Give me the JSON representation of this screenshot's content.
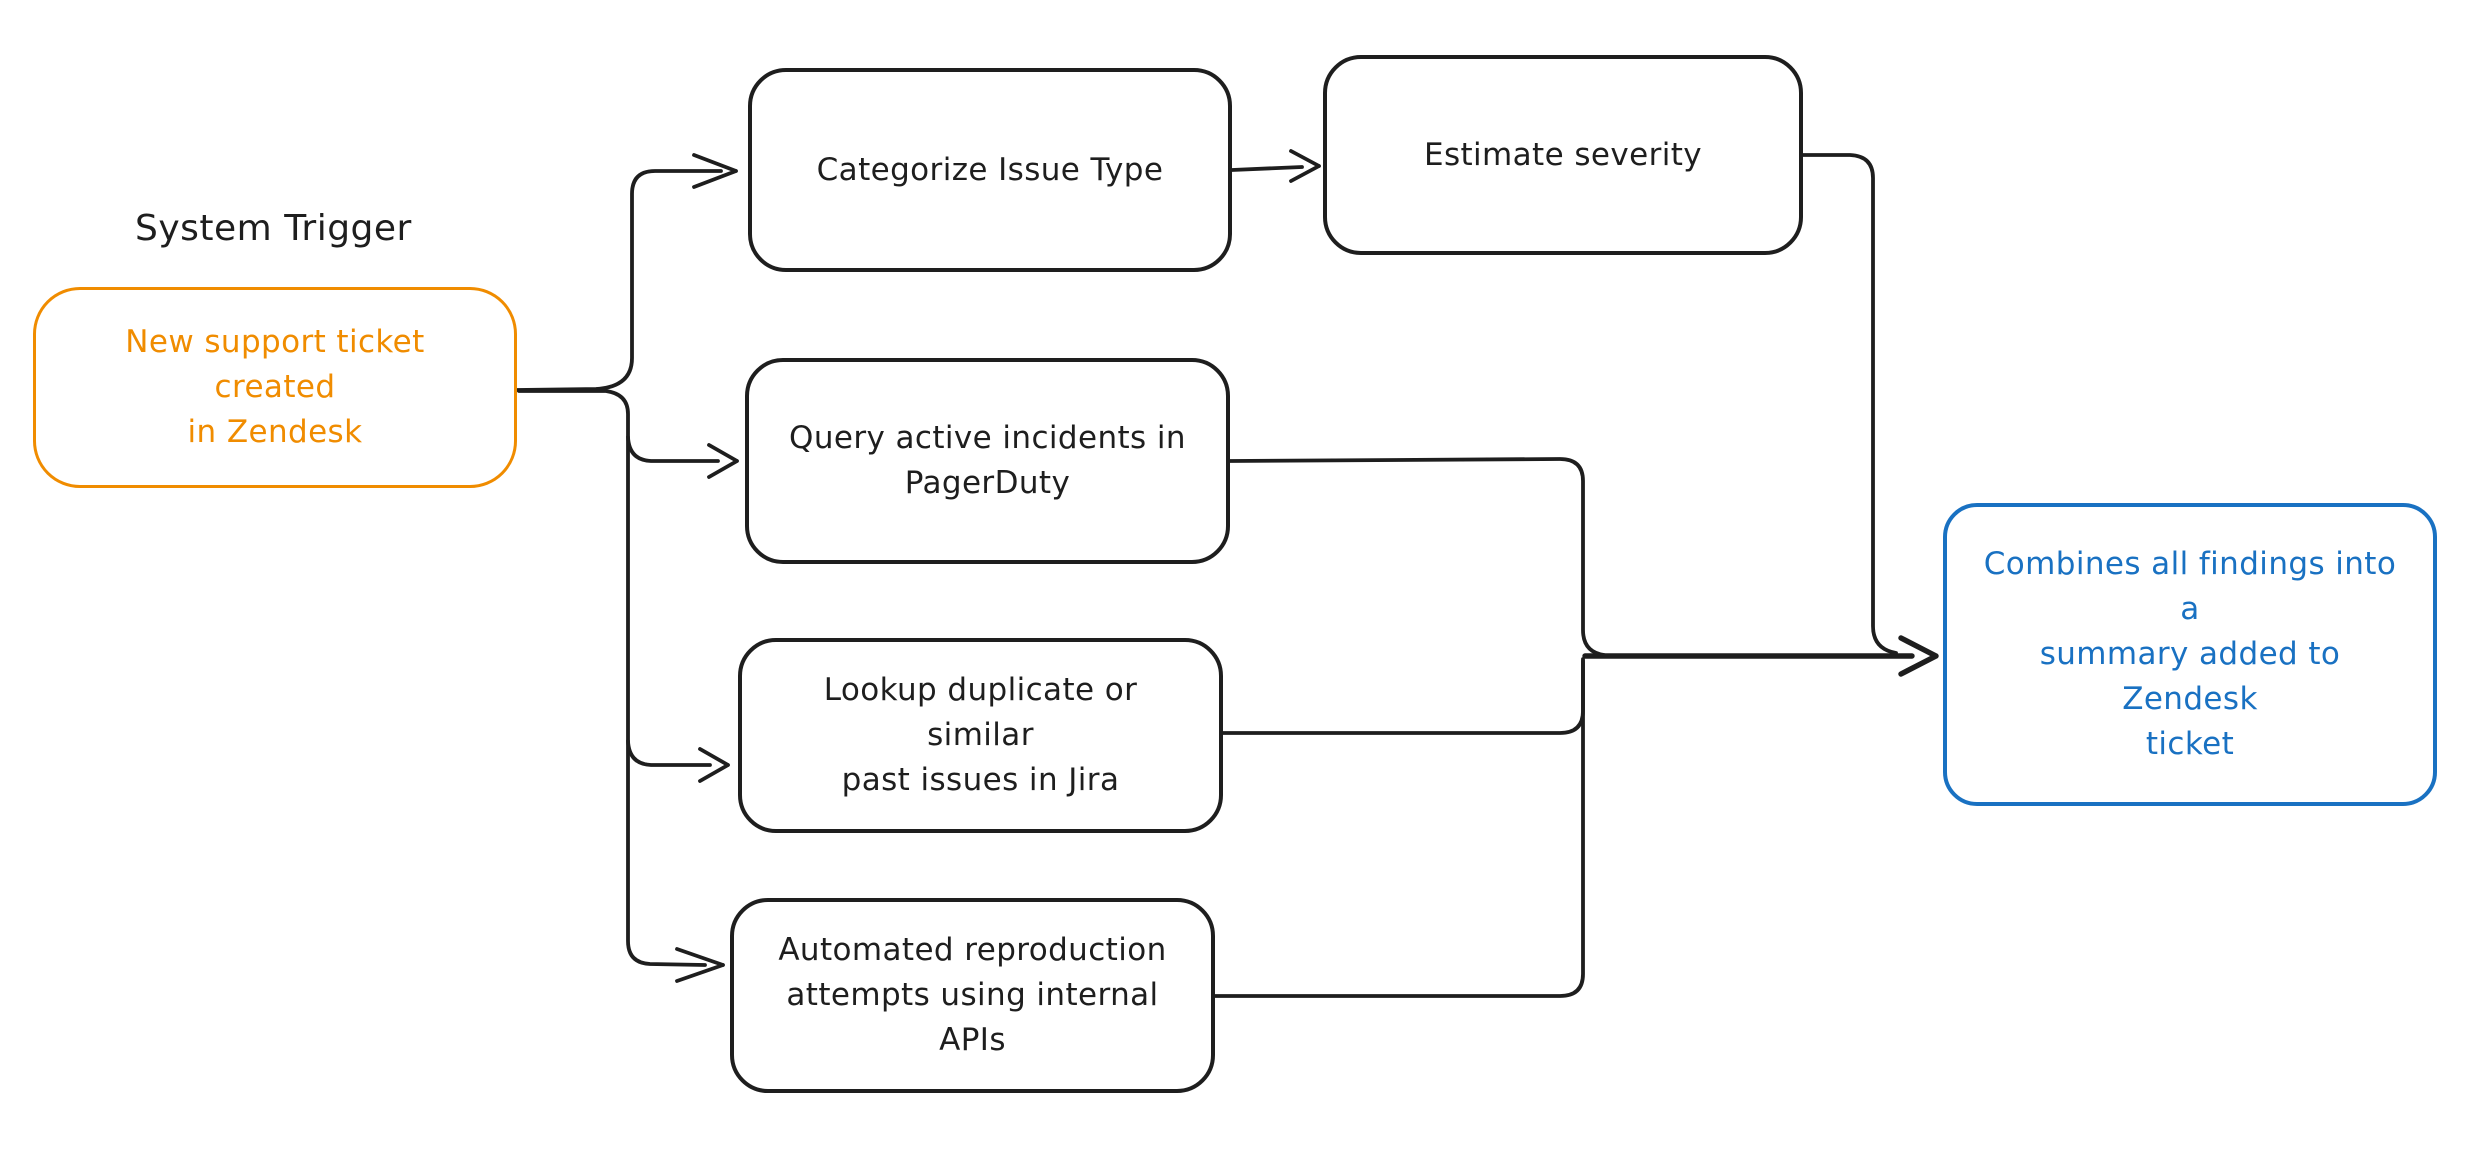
{
  "diagram": {
    "background": "#ffffff",
    "trigger_section_label": "System Trigger",
    "nodes": [
      {
        "id": "trigger",
        "label": "New support ticket created\nin Zendesk",
        "stroke": "#f08c00",
        "text_color": "#f08c00"
      },
      {
        "id": "categorize-issue-type",
        "label": "Categorize Issue Type",
        "stroke": "#1e1e1e",
        "text_color": "#1e1e1e"
      },
      {
        "id": "estimate-severity",
        "label": "Estimate severity",
        "stroke": "#1e1e1e",
        "text_color": "#1e1e1e"
      },
      {
        "id": "query-pagerduty",
        "label": "Query active incidents in\nPagerDuty",
        "stroke": "#1e1e1e",
        "text_color": "#1e1e1e"
      },
      {
        "id": "lookup-jira",
        "label": "Lookup duplicate or similar\npast issues in Jira",
        "stroke": "#1e1e1e",
        "text_color": "#1e1e1e"
      },
      {
        "id": "auto-repro",
        "label": "Automated reproduction\nattempts using internal\nAPIs",
        "stroke": "#1e1e1e",
        "text_color": "#1e1e1e"
      },
      {
        "id": "combine-summary",
        "label": "Combines all findings into a\nsummary added to Zendesk\nticket",
        "stroke": "#1971c2",
        "text_color": "#1971c2"
      }
    ],
    "edges": [
      {
        "from": "trigger",
        "to": "categorize-issue-type",
        "arrow": true
      },
      {
        "from": "trigger",
        "to": "query-pagerduty",
        "arrow": true
      },
      {
        "from": "trigger",
        "to": "lookup-jira",
        "arrow": true
      },
      {
        "from": "trigger",
        "to": "auto-repro",
        "arrow": true
      },
      {
        "from": "categorize-issue-type",
        "to": "estimate-severity",
        "arrow": true
      },
      {
        "from": "estimate-severity",
        "to": "combine-summary",
        "arrow": true
      },
      {
        "from": "query-pagerduty",
        "to": "combine-summary",
        "arrow": true
      },
      {
        "from": "lookup-jira",
        "to": "combine-summary",
        "arrow": true
      },
      {
        "from": "auto-repro",
        "to": "combine-summary",
        "arrow": true
      }
    ],
    "colors": {
      "orange": "#f08c00",
      "blue": "#1971c2",
      "ink": "#1e1e1e"
    }
  }
}
